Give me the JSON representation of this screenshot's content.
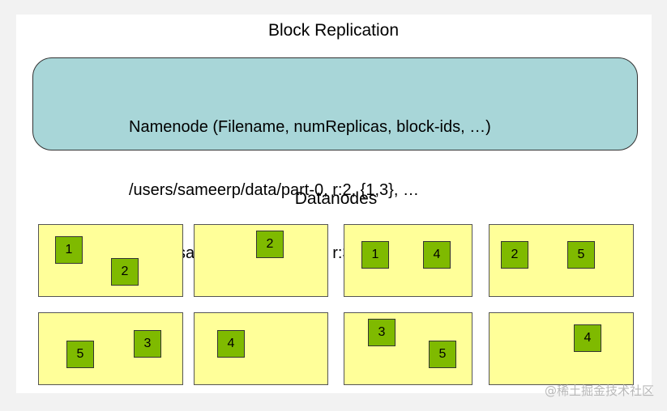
{
  "title": "Block Replication",
  "namenode": {
    "lines": [
      "Namenode (Filename, numReplicas, block-ids, …)",
      "/users/sameerp/data/part-0, r:2, {1,3}, …",
      "/users/sameerp/data/part-1, r:3, {2,4,5}, …"
    ]
  },
  "datanodes_label": "Datanodes",
  "datanodes": [
    {
      "blocks": [
        "1",
        "2"
      ]
    },
    {
      "blocks": [
        "2"
      ]
    },
    {
      "blocks": [
        "1",
        "4"
      ]
    },
    {
      "blocks": [
        "2",
        "5"
      ]
    },
    {
      "blocks": [
        "5",
        "3"
      ]
    },
    {
      "blocks": [
        "4"
      ]
    },
    {
      "blocks": [
        "3",
        "5"
      ]
    },
    {
      "blocks": [
        "4"
      ]
    }
  ],
  "colors": {
    "namenode_fill": "#a8d6d8",
    "datanode_fill": "#ffff99",
    "block_fill": "#7fba00"
  },
  "watermark": "@稀土掘金技术社区"
}
